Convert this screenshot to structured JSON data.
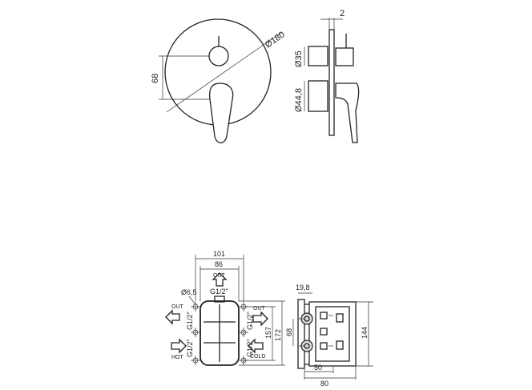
{
  "front_view": {
    "dia_outer": "Ø180",
    "height": "68"
  },
  "side_view": {
    "depth": "2",
    "dia_top": "Ø35",
    "dia_bottom": "Ø44,8"
  },
  "body_view": {
    "width_outer": "101",
    "width_inner": "86",
    "hole_dia": "Ø6,5",
    "top_thread": "G1/2\"",
    "top_port": "OUT",
    "left_upper_label": "OUT",
    "left_upper_thread": "G1/2\"",
    "left_lower_label": "HOT",
    "left_lower_thread": "G1/2\"",
    "right_upper_label": "OUT",
    "right_upper_thread": "G1/2\"",
    "right_lower_label": "COLD",
    "right_lower_thread": "G1/2\"",
    "height_inner": "157",
    "height_outer": "172"
  },
  "section_view": {
    "top_offset": "19,8",
    "center_distance": "68",
    "height": "144",
    "depth_min": "50",
    "depth_max": "80"
  }
}
